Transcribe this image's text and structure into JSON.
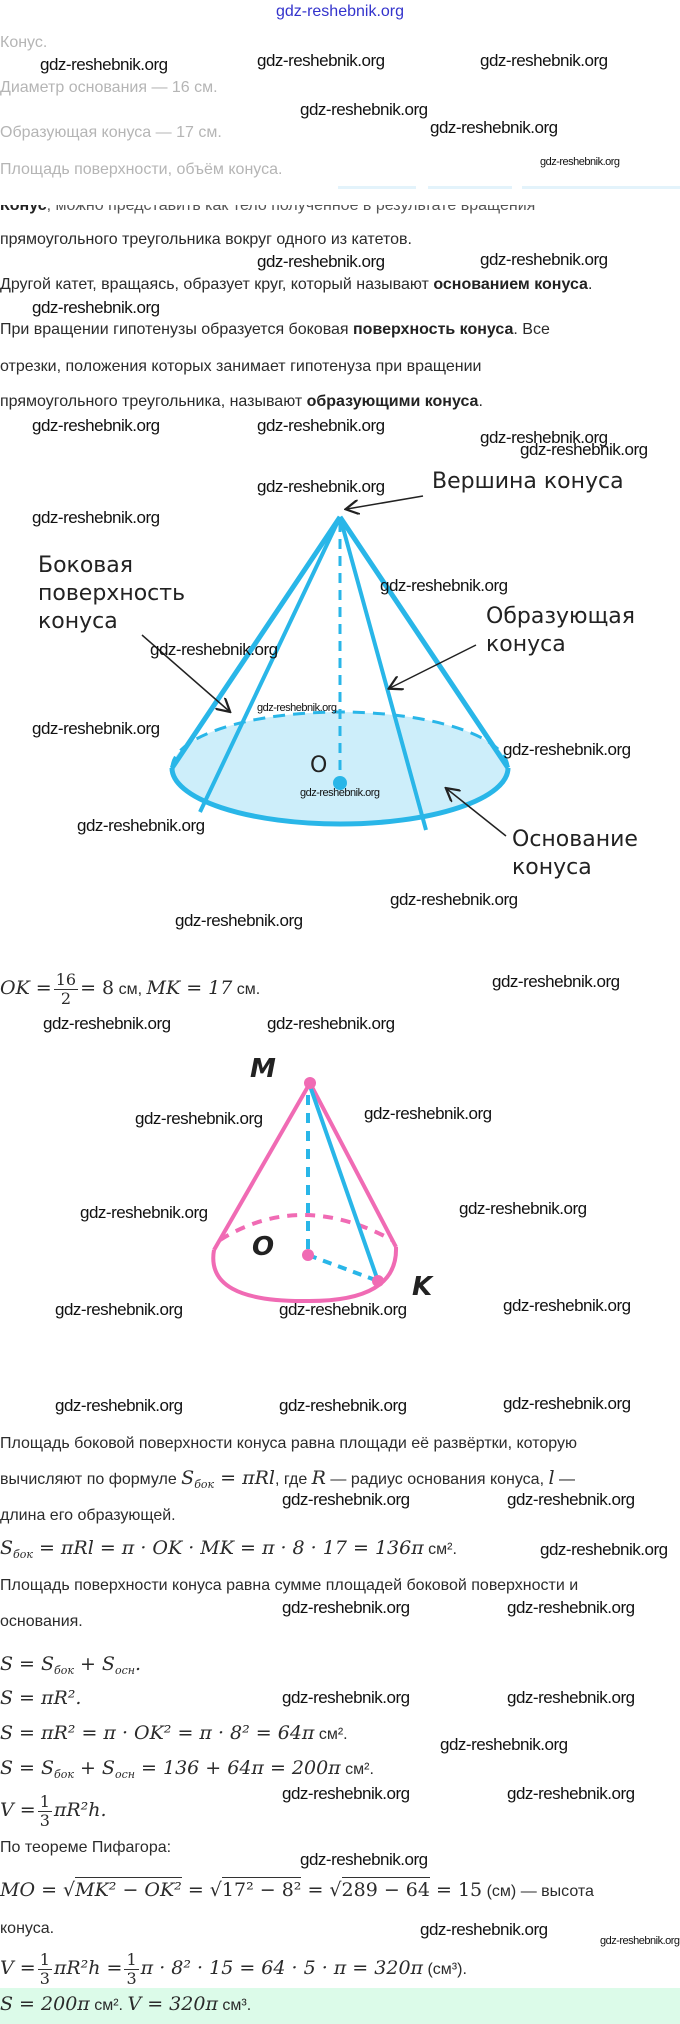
{
  "header": {
    "site": "gdz-reshebnik.org"
  },
  "task": {
    "title": "Конус.",
    "given1": "Диаметр основания — 16 см.",
    "given2": "Образующая конуса — 17 см.",
    "find": "Площадь поверхности, объём конуса."
  },
  "theory": {
    "line0_bold": "Конус",
    "line0": ", можно представить как тело полученное в результате вращения",
    "line1": "прямоугольного треугольника вокруг одного из катетов.",
    "line2a": "Другой катет, вращаясь, образует круг, который называют ",
    "line2b": "основанием конуса",
    "line2c": ".",
    "line3a": "При вращении гипотенузы образуется боковая ",
    "line3b": "поверхность конуса",
    "line3c": ". Все",
    "line4": "отрезки, положения которых занимает гипотенуза при вращении",
    "line5a": "прямоугольного треугольника, называют ",
    "line5b": "образующими конуса",
    "line5c": "."
  },
  "diagram1": {
    "apex_label": "Вершина конуса",
    "lateral_label": [
      "Боковая",
      "поверхность",
      "конуса"
    ],
    "generatrix_label": [
      "Образующая",
      "конуса"
    ],
    "base_label": [
      "Основание",
      "конуса"
    ],
    "center_label": "O",
    "color": "#29b6e8",
    "fill": "#cdeefa"
  },
  "ok_line": {
    "lhs": "OK =",
    "num": "16",
    "den": "2",
    "rest1": "= 8",
    "u1": " см, ",
    "mk": "MK = 17",
    "u2": " см."
  },
  "diagram2": {
    "m": "M",
    "o": "O",
    "k": "K",
    "pink": "#f06bb4",
    "blue": "#29b6e8"
  },
  "solution": {
    "p1": "Площадь боковой поверхности конуса равна площади её развёртки, которую",
    "p2a": "вычисляют по формуле ",
    "p2f": "S",
    "p2s": "бок",
    "p2g": " = πRl",
    "p2b": ", где ",
    "p2R": "R",
    "p2c": " — радиус основания конуса, ",
    "p2l": "l",
    "p2d": " —",
    "p3": "длина его образующей.",
    "f1a": "S",
    "f1s": "бок",
    "f1b": " = πRl = π · OK · MK = π · 8 · 17 = 136π",
    "f1u": " см².",
    "p4": "Площадь поверхности конуса равна сумме площадей боковой поверхности и",
    "p5": "основания.",
    "f2a": "S = S",
    "f2s1": "бок",
    "f2b": " + S",
    "f2s2": "осн",
    "f2c": ".",
    "f3": "S = πR².",
    "f4": "S = πR² = π · OK² = π · 8² = 64π",
    "f4u": " см².",
    "f5a": "S = S",
    "f5s1": "бок",
    "f5b": " + S",
    "f5s2": "осн",
    "f5c": " = 136 + 64π = 200π",
    "f5u": " см².",
    "f6a": "V =",
    "f6n": "1",
    "f6d": "3",
    "f6b": "πR²h.",
    "p6": "По теореме Пифагора:",
    "f7a": "MO = √",
    "f7r1": "MK² − OK²",
    "f7b": " = √",
    "f7r2": "17² − 8²",
    "f7c": " = √",
    "f7r3": "289 − 64",
    "f7d": " = 15",
    "f7u": " (см) — высота",
    "p7": "конуса.",
    "f8a": "V =",
    "f8n": "1",
    "f8d": "3",
    "f8b": "πR²h =",
    "f8n2": "1",
    "f8d2": "3",
    "f8c": "π · 8² · 15 = 64 · 5 · π = 320π",
    "f8u": " (см³).",
    "ans_a": "S = 200π",
    "ans_u1": " см². ",
    "ans_b": "V = 320π",
    "ans_u2": " см³."
  },
  "watermark": "gdz-reshebnik.org",
  "answer_bg": "#dcfbe9"
}
